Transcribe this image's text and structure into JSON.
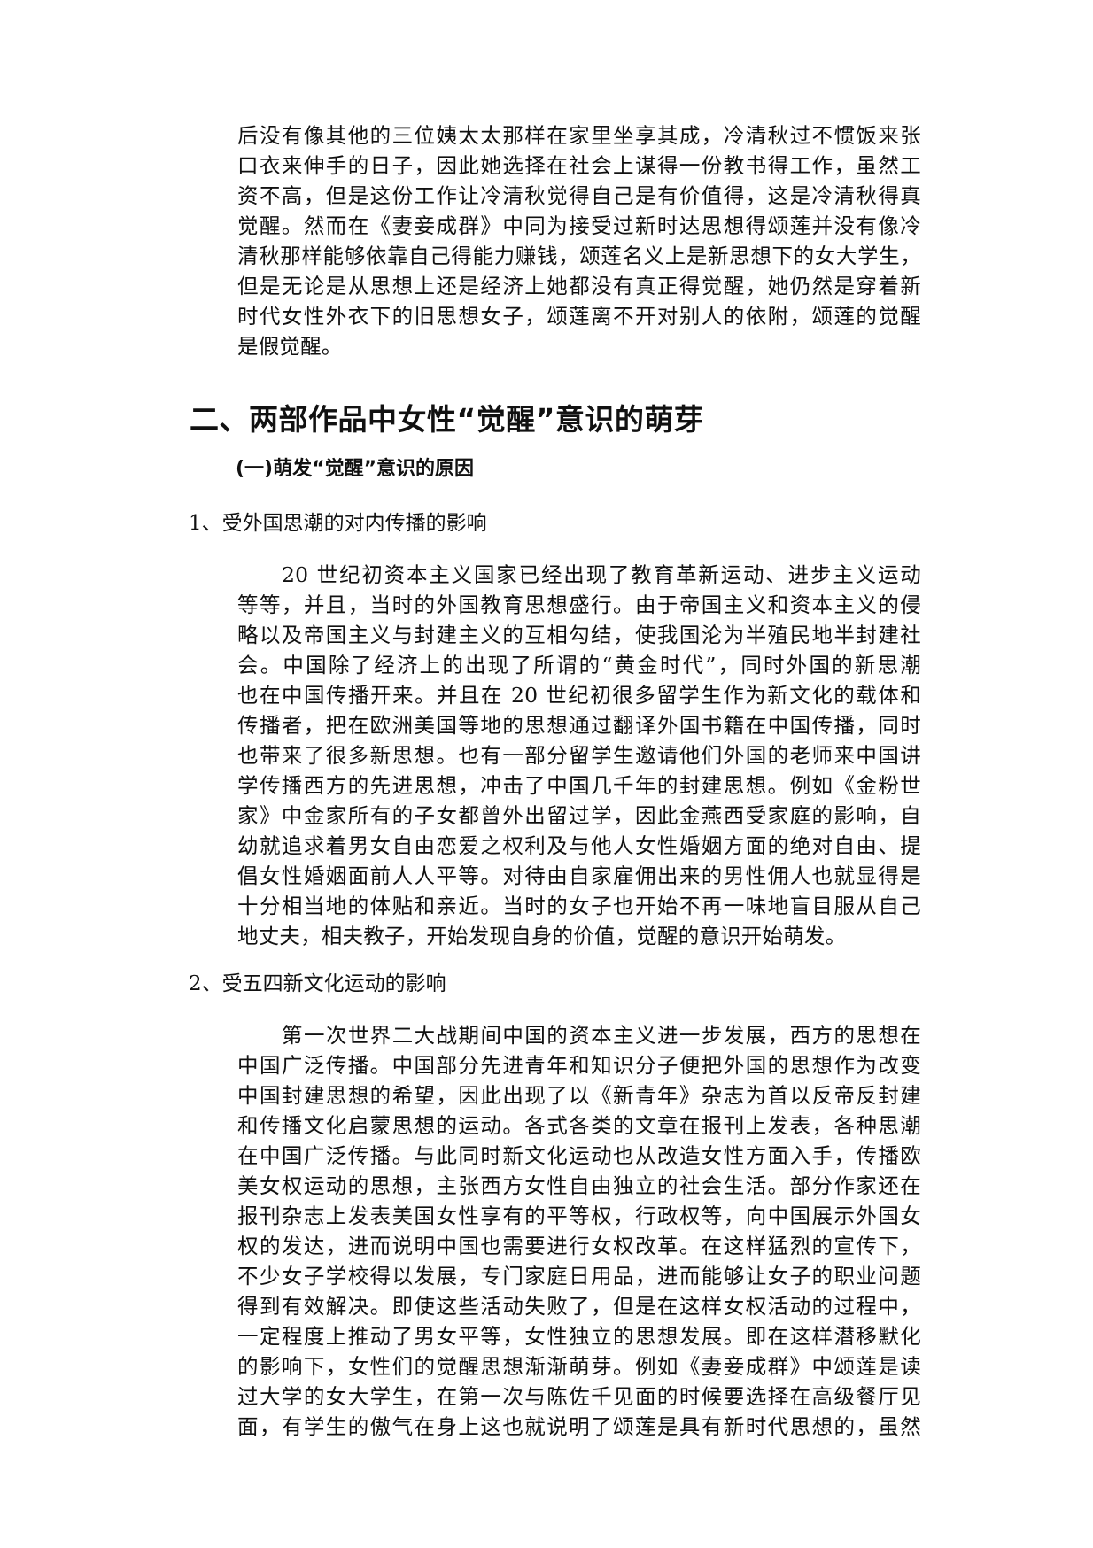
{
  "document": {
    "intro_paragraph": {
      "lines": [
        "后没有像其他的三位姨太太那样在家里坐享其成，冷清秋过不惯饭来张",
        "口衣来伸手的日子，因此她选择在社会上谋得一份教书得工作，虽然工",
        "资不高，但是这份工作让冷清秋觉得自己是有价值得，这是冷清秋得真",
        "觉醒。然而在《妻妾成群》中同为接受过新时达思想得颂莲并没有像冷",
        "清秋那样能够依靠自己得能力赚钱，颂莲名义上是新思想下的女大学生，",
        "但是无论是从思想上还是经济上她都没有真正得觉醒，她仍然是穿着新",
        "时代女性外衣下的旧思想女子，颂莲离不开对别人的依附，颂莲的觉醒",
        "是假觉醒。"
      ]
    },
    "section_heading": "二、两部作品中女性“觉醒”意识的萌芽",
    "subsection_heading": "(一)萌发“觉醒”意识的原因",
    "items": [
      {
        "title": "1、受外国思潮的对内传播的影响",
        "lines": [
          "20 世纪初资本主义国家已经出现了教育革新运动、进步主义运动",
          "等等，并且，当时的外国教育思想盛行。由于帝国主义和资本主义的侵",
          "略以及帝国主义与封建主义的互相勾结，使我国沦为半殖民地半封建社",
          "会。中国除了经济上的出现了所谓的“黄金时代”，同时外国的新思潮",
          "也在中国传播开来。并且在 20 世纪初很多留学生作为新文化的载体和",
          "传播者，把在欧洲美国等地的思想通过翻译外国书籍在中国传播，同时",
          "也带来了很多新思想。也有一部分留学生邀请他们外国的老师来中国讲",
          "学传播西方的先进思想，冲击了中国几千年的封建思想。例如《金粉世",
          "家》中金家所有的子女都曾外出留过学，因此金燕西受家庭的影响，自",
          "幼就追求着男女自由恋爱之权利及与他人女性婚姻方面的绝对自由、提",
          "倡女性婚姻面前人人平等。对待由自家雇佣出来的男性佣人也就显得是",
          "十分相当地的体贴和亲近。当时的女子也开始不再一味地盲目服从自己",
          "地丈夫，相夫教子，开始发现自身的价值，觉醒的意识开始萌发。"
        ]
      },
      {
        "title": "2、受五四新文化运动的影响",
        "lines": [
          "第一次世界二大战期间中国的资本主义进一步发展，西方的思想在",
          "中国广泛传播。中国部分先进青年和知识分子便把外国的思想作为改变",
          "中国封建思想的希望，因此出现了以《新青年》杂志为首以反帝反封建",
          "和传播文化启蒙思想的运动。各式各类的文章在报刊上发表，各种思潮",
          "在中国广泛传播。与此同时新文化运动也从改造女性方面入手，传播欧",
          "美女权运动的思想，主张西方女性自由独立的社会生活。部分作家还在",
          "报刊杂志上发表美国女性享有的平等权，行政权等，向中国展示外国女",
          "权的发达，进而说明中国也需要进行女权改革。在这样猛烈的宣传下，",
          "不少女子学校得以发展，专门家庭日用品，进而能够让女子的职业问题",
          "得到有效解决。即使这些活动失败了，但是在这样女权活动的过程中，",
          "一定程度上推动了男女平等，女性独立的思想发展。即在这样潜移默化",
          "的影响下，女性们的觉醒思想渐渐萌芽。例如《妻妾成群》中颂莲是读",
          "过大学的女大学生，在第一次与陈佐千见面的时候要选择在高级餐厅见",
          "面，有学生的傲气在身上这也就说明了颂莲是具有新时代思想的，虽然"
        ]
      }
    ]
  }
}
